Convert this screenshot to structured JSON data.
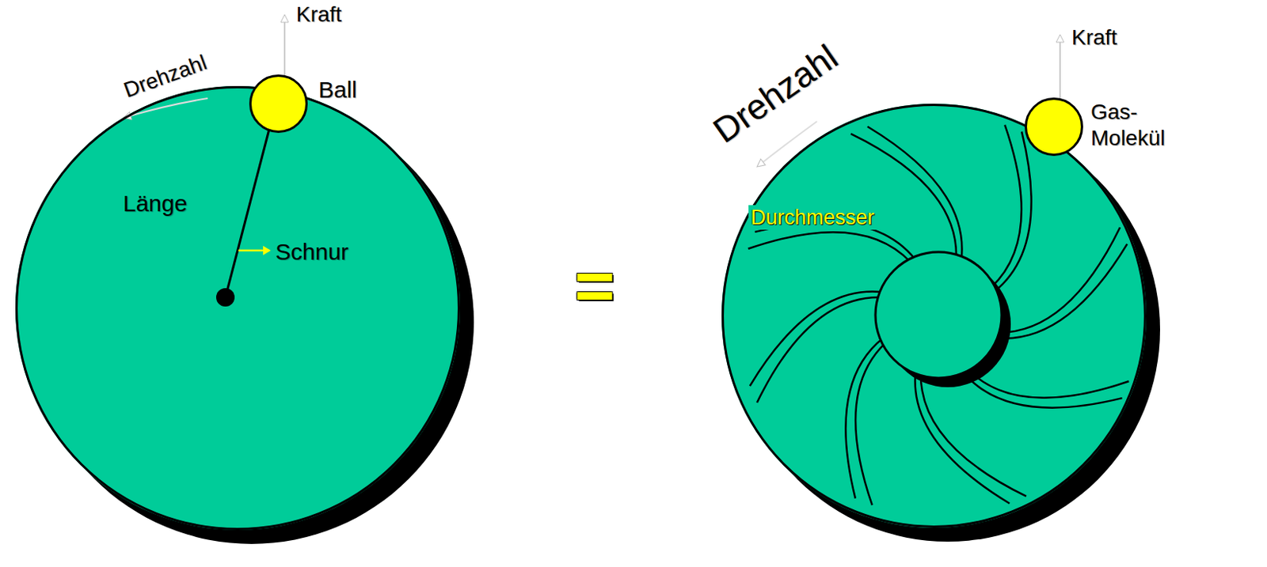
{
  "diagram": {
    "nodes": [
      {
        "text": [
          "Länge",
          "Schnur"
        ]
      },
      {
        "text": [
          "Ball"
        ]
      },
      {
        "text": [
          "Durchmesser"
        ]
      },
      {
        "text": [
          "Gas- Molekül"
        ]
      }
    ],
    "edges": [],
    "labels": [
      "Kraft",
      "Drehzahl",
      "=",
      "Drehzahl",
      "Kraft"
    ]
  }
}
